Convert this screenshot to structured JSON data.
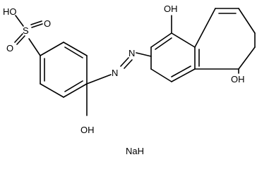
{
  "molecule": {
    "atom_labels": {
      "sulfonic_oh": "HO",
      "sulfonyl_o_right": "O",
      "sulfonyl_o_lower": "O",
      "sulfur": "S",
      "azo_n1": "N",
      "azo_n2": "N",
      "phenol_oh": "OH",
      "naphthol_oh_top": "OH",
      "naphthol_oh_right": "OH"
    },
    "counterion": "NaH"
  }
}
